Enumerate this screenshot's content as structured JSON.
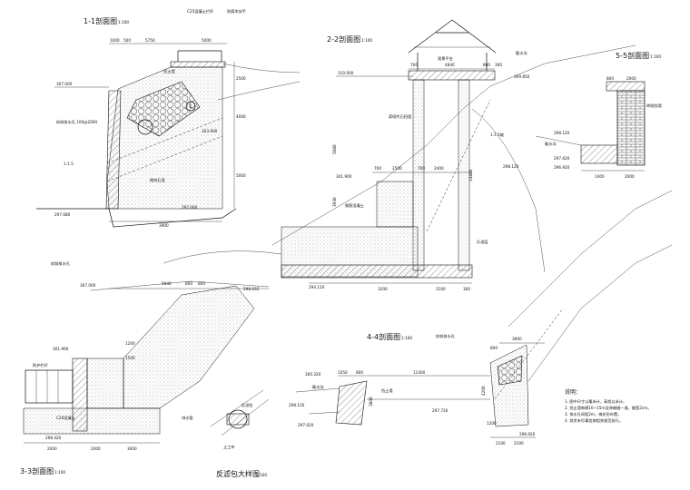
{
  "sections": {
    "s11": {
      "title": "1-1剖面图",
      "scale": "1:100",
      "dims": [
        "1000",
        "500",
        "5750",
        "5000",
        "2500",
        "4000",
        "5000",
        "3900"
      ],
      "elevations": [
        "307.000",
        "303.000",
        "297.680",
        "297.000"
      ],
      "notes": [
        "C25混凝土栏杆",
        "防腐木扶手",
        "挡土墙",
        "格宾石笼",
        "仰斜排水孔 100@2000",
        "1:1.5"
      ],
      "circle_label": "1"
    },
    "s22": {
      "title": "2-2剖面图",
      "scale": "1:100",
      "dims": [
        "700",
        "4840",
        "800",
        "300",
        "700",
        "2500",
        "700",
        "2400",
        "5080",
        "3930",
        "14880",
        "3200",
        "3100",
        "300"
      ],
      "elevations": [
        "310.000",
        "309.850",
        "301.900",
        "294.120",
        "298.120"
      ],
      "notes": [
        "观景平台",
        "截水沟",
        "1:1.5坡",
        "浆砌片石挡墙",
        "钢筋混凝土",
        "反滤层"
      ]
    },
    "s33": {
      "title": "3-3剖面图",
      "scale": "1:100",
      "dims": [
        "5040",
        "800",
        "800",
        "1200",
        "1500",
        "2000",
        "2000",
        "3000"
      ],
      "elevations": [
        "307.000",
        "298.032",
        "301.900",
        "298.420"
      ],
      "notes": [
        "仰斜排水孔",
        "C20混凝土",
        "防护栏杆"
      ]
    },
    "s44": {
      "title": "4-4剖面图",
      "scale": "1:100",
      "dims": [
        "3900",
        "800",
        "1050",
        "800",
        "11400",
        "3800",
        "4200",
        "1200",
        "2100",
        "2100"
      ],
      "elevations": [
        "300.320",
        "298.120",
        "297.620",
        "297.720",
        "296.920"
      ],
      "notes": [
        "仰斜排水孔",
        "截水沟",
        "挡土墙"
      ]
    },
    "s55": {
      "title": "5-5剖面图",
      "scale": "1:100",
      "dims": [
        "800",
        "2000",
        "1400",
        "2000"
      ],
      "elevations": [
        "298.120",
        "297.620",
        "296.920"
      ],
      "notes": [
        "砖砌挡墙",
        "截水沟"
      ]
    },
    "detail": {
      "title": "反滤包大样图",
      "scale": "1:100",
      "notes": [
        "排水管",
        "反滤包",
        "土工布"
      ]
    }
  },
  "general_notes": {
    "heading": "说明：",
    "lines": [
      "1. 图中尺寸以毫米计，高程以米计。",
      "2. 挡土墙每隔10~15m设伸缩缝一道，缝宽2cm。",
      "3. 排水孔间距2m，梅花形布置。",
      "4. 其余未尽事宜按相关规范执行。"
    ]
  },
  "colors": {
    "ink": "#111111",
    "paper": "#ffffff"
  }
}
